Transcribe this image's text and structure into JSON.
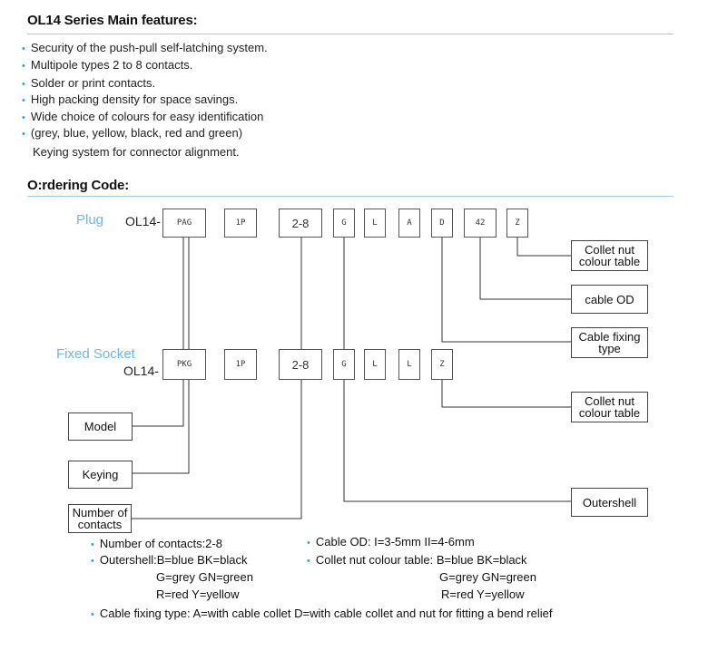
{
  "features": {
    "title": "OL14 Series Main features:",
    "items": [
      "Security of the push-pull self-latching system.",
      "Multipole types 2 to 8 contacts.",
      "Solder or print contacts.",
      "High packing density for space savings.",
      "Wide choice of colours for easy identification",
      "(grey, blue, yellow, black, red and green)"
    ],
    "extra": "Keying system for connector alignment."
  },
  "ordering": {
    "title": "O:rdering Code:",
    "plug": {
      "label": "Plug",
      "prefix": "OL14-",
      "codes": [
        "PAG",
        "1P",
        "2-8",
        "G",
        "L",
        "A",
        "D",
        "42",
        "Z"
      ]
    },
    "socket": {
      "label": "Fixed Socket",
      "prefix": "OL14-",
      "codes": [
        "PKG",
        "1P",
        "2-8",
        "G",
        "L",
        "L",
        "Z"
      ]
    },
    "labels": {
      "collet_plug": "Collet nut colour table",
      "cable_od": "cable OD",
      "cable_fixing": "Cable fixing type",
      "collet_socket": "Collet nut colour table",
      "outershell": "Outershell",
      "model": "Model",
      "keying": "Keying",
      "contacts": "Number of contacts"
    }
  },
  "notes": {
    "contacts": "Number of contacts:2-8",
    "outershell_1": "Outershell:B=blue  BK=black",
    "outershell_2": "G=grey GN=green",
    "outershell_3": "R=red   Y=yellow",
    "cable_od": "Cable OD: I=3-5mm  II=4-6mm",
    "collet_1": "Collet nut colour table: B=blue  BK=black",
    "collet_2": "G=grey  GN=green",
    "collet_3": "R=red    Y=yellow",
    "fixing": "Cable fixing type:  A=with cable collet  D=with cable collet and nut for fitting a bend relief"
  },
  "colors": {
    "accent": "#9fcfe6",
    "label_blue": "#6fb8e0",
    "bullet": "#3aa0d0"
  }
}
